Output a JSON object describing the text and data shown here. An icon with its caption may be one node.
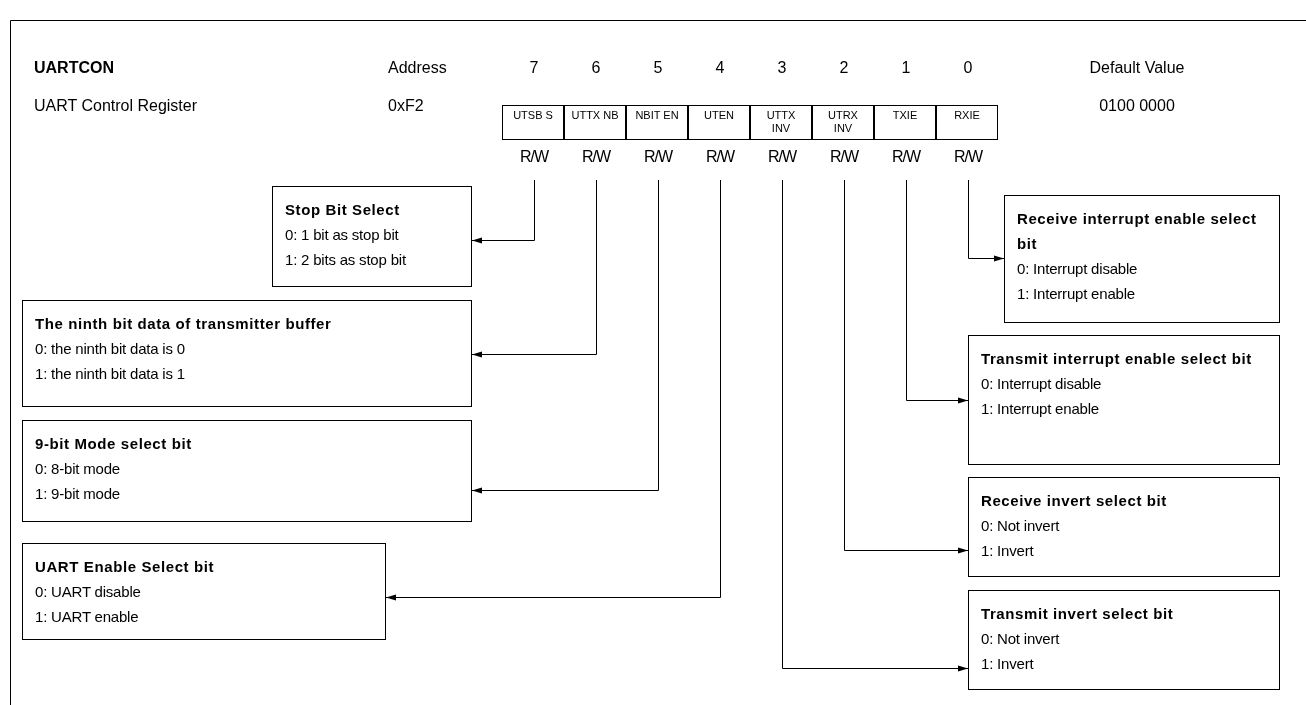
{
  "diagram": {
    "nodes": [
      {
        "text": [
          "UTSB S"
        ],
        "beside": [
          "R/W"
        ]
      },
      {
        "text": [
          "UTTX NB"
        ],
        "beside": [
          "R/W"
        ]
      },
      {
        "text": [
          "NBIT EN"
        ],
        "beside": [
          "R/W"
        ]
      },
      {
        "text": [
          "UTEN"
        ],
        "beside": [
          "R/W"
        ]
      },
      {
        "text": [
          "UTTX INV"
        ],
        "beside": [
          "R/W"
        ]
      },
      {
        "text": [
          "UTRX INV"
        ],
        "beside": [
          "R/W"
        ]
      },
      {
        "text": [
          "TXIE"
        ],
        "beside": [
          "R/W"
        ]
      },
      {
        "text": [
          "RXIE"
        ],
        "beside": [
          "R/W"
        ]
      },
      {
        "text": [
          "Stop Bit Select",
          "0: 1 bit as stop bit",
          "1: 2 bits as stop bit"
        ]
      },
      {
        "text": [
          "The ninth bit data of transmitter buffer",
          "0: the ninth bit data is 0",
          "1: the ninth bit data is 1"
        ]
      },
      {
        "text": [
          "9-bit Mode select bit",
          "0: 8-bit mode",
          "1: 9-bit mode"
        ]
      },
      {
        "text": [
          "UART Enable Select bit",
          "0: UART disable",
          "1: UART enable"
        ]
      },
      {
        "text": [
          "Receive interrupt enable select bit",
          "0: Interrupt disable",
          "1: Interrupt enable"
        ]
      },
      {
        "text": [
          "Transmit interrupt enable select bit",
          "0: Interrupt disable",
          "1: Interrupt enable"
        ]
      },
      {
        "text": [
          "Receive invert select bit",
          "0: Not invert",
          "1: Invert"
        ]
      },
      {
        "text": [
          "Transmit invert select bit",
          "0: Not invert",
          "1: Invert"
        ]
      }
    ],
    "edges": [
      {
        "from": 0,
        "to": 8,
        "arrow": "to"
      },
      {
        "from": 1,
        "to": 9,
        "arrow": "to"
      },
      {
        "from": 2,
        "to": 10,
        "arrow": "to"
      },
      {
        "from": 3,
        "to": 11,
        "arrow": "to"
      },
      {
        "from": 7,
        "to": 12,
        "arrow": "to"
      },
      {
        "from": 6,
        "to": 13,
        "arrow": "to"
      },
      {
        "from": 5,
        "to": 14,
        "arrow": "to"
      },
      {
        "from": 4,
        "to": 15,
        "arrow": "to"
      }
    ],
    "labels": [
      "UARTCON",
      "Address",
      "7",
      "6",
      "5",
      "4",
      "3",
      "2",
      "1",
      "0",
      "Default Value",
      "UART Control Register",
      "0xF2",
      "0100 0000"
    ]
  }
}
